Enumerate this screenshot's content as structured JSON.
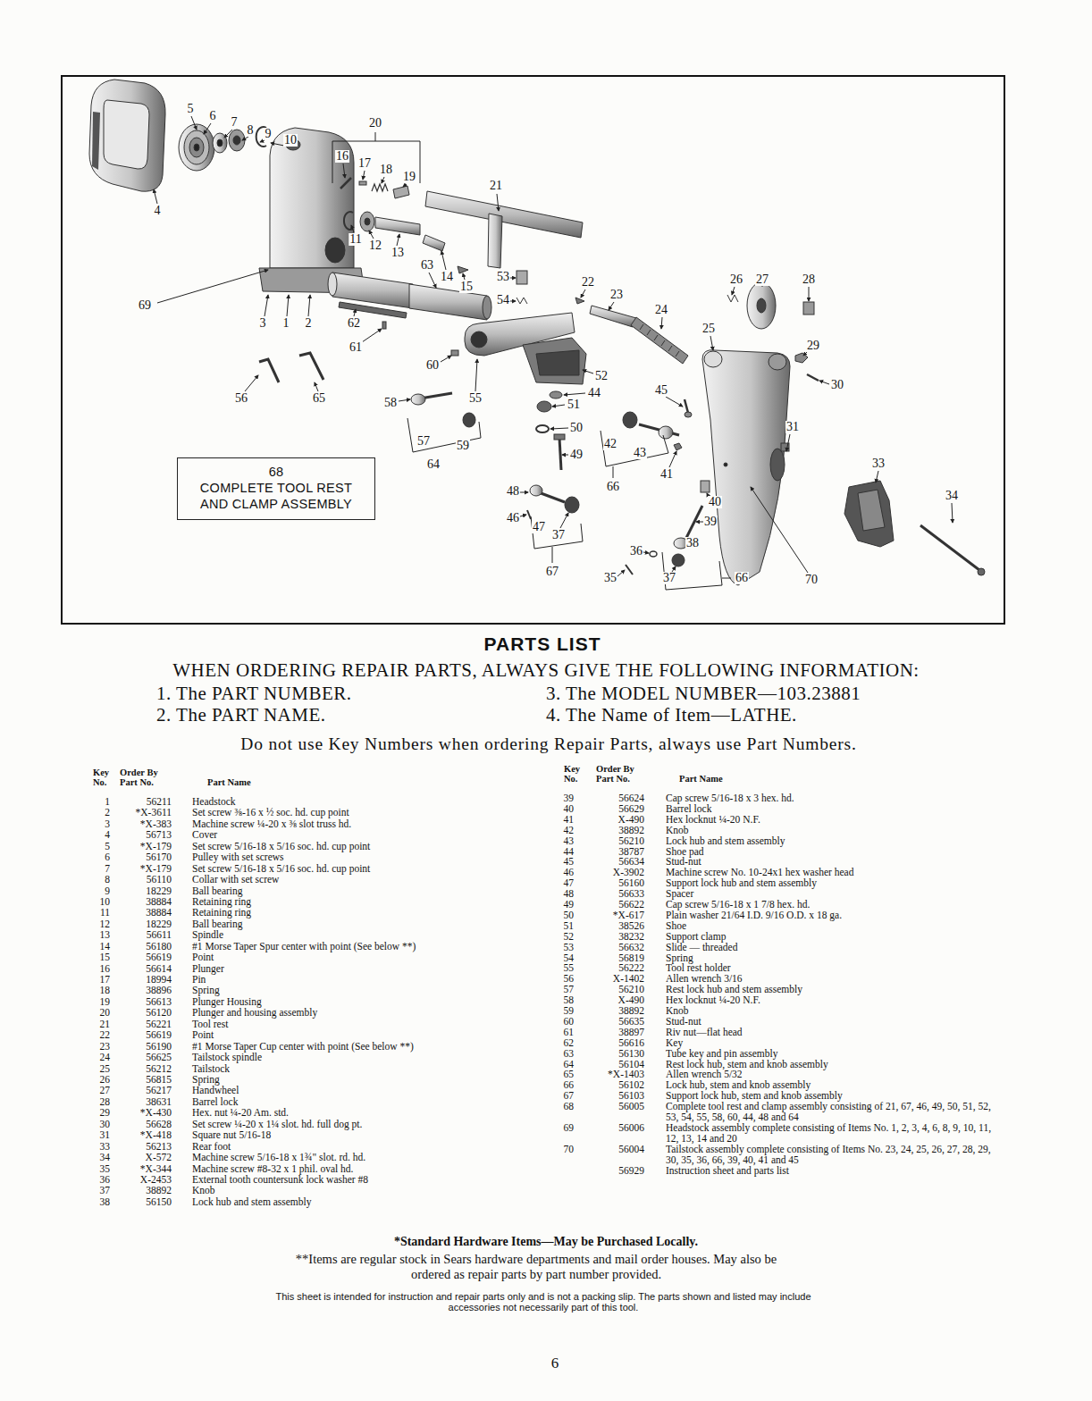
{
  "diagram": {
    "title": "PARTS LIST",
    "nodes": [
      {
        "text": [
          "68",
          "COMPLETE TOOL REST AND CLAMP ASSEMBLY"
        ]
      }
    ],
    "labels": [
      "5",
      "6",
      "7",
      "8",
      "9",
      "10",
      "20",
      "16",
      "17",
      "18",
      "19",
      "21",
      "4",
      "11",
      "12",
      "13",
      "63",
      "14",
      "15",
      "53",
      "54",
      "22",
      "23",
      "24",
      "26",
      "27",
      "28",
      "69",
      "3",
      "1",
      "2",
      "62",
      "25",
      "29",
      "61",
      "60",
      "30",
      "52",
      "44",
      "45",
      "56",
      "65",
      "58",
      "55",
      "51",
      "50",
      "31",
      "57",
      "59",
      "42",
      "43",
      "49",
      "33",
      "64",
      "41",
      "66",
      "48",
      "34",
      "40",
      "46",
      "39",
      "47",
      "37",
      "38",
      "36",
      "67",
      "35",
      "37",
      "66",
      "70",
      "WHEN ORDERING REPAIR PARTS, ALWAYS GIVE THE FOLLOWING INFORMATION:",
      "1. The PART NUMBER.",
      "3. The MODEL NUMBER—103.23881",
      "2. The PART NAME.",
      "4. The Name of Item—LATHE.",
      "Do not use Key Numbers when ordering Repair Parts, always use Part Numbers.",
      "Key No.",
      "Order By Part No.",
      "Part Name",
      "Key No.",
      "Order By Part No.",
      "Part Name",
      "1",
      "56211",
      "Headstock",
      "2",
      "*X-3611",
      "Set screw ⅜-16 x ½ soc. hd. cup point",
      "3",
      "*X-383",
      "Machine screw ¼-20 x ⅜ slot truss hd.",
      "4",
      "56713",
      "Cover",
      "5",
      "*X-179",
      "Set screw 5/16-18 x 5/16 soc. hd. cup point",
      "6",
      "56170",
      "Pulley with set screws",
      "7",
      "*X-179",
      "Set screw 5/16-18 x 5/16 soc. hd. cup point",
      "8",
      "56110",
      "Collar with set screw",
      "9",
      "18229",
      "Ball bearing",
      "10",
      "38884",
      "Retaining ring",
      "11",
      "38884",
      "Retaining ring",
      "12",
      "18229",
      "Ball bearing",
      "13",
      "56611",
      "Spindle",
      "14",
      "56180",
      "#1 Morse Taper Spur center with point (See below **)",
      "15",
      "56619",
      "Point",
      "16",
      "56614",
      "Plunger",
      "17",
      "18994",
      "Pin",
      "18",
      "38896",
      "Spring",
      "19",
      "56613",
      "Plunger Housing",
      "20",
      "56120",
      "Plunger and housing assembly",
      "21",
      "56221",
      "Tool rest",
      "22",
      "56619",
      "Point",
      "23",
      "56190",
      "#1 Morse Taper Cup center with point (See below **)",
      "24",
      "56625",
      "Tailstock spindle",
      "25",
      "56212",
      "Tailstock",
      "26",
      "56815",
      "Spring",
      "27",
      "56217",
      "Handwheel",
      "28",
      "38631",
      "Barrel lock",
      "29",
      "*X-430",
      "Hex. nut ¼-20 Am. std.",
      "30",
      "56628",
      "Set screw ¼-20 x 1¼ slot. hd. full dog pt.",
      "31",
      "*X-418",
      "Square nut 5/16-18",
      "33",
      "56213",
      "Rear foot",
      "34",
      "X-572",
      "Machine screw 5/16-18 x 1¾\" slot. rd. hd.",
      "35",
      "*X-344",
      "Machine screw #8-32 x 1 phil. oval hd.",
      "36",
      "X-2453",
      "External tooth countersunk lock washer #8",
      "37",
      "38892",
      "Knob",
      "38",
      "56150",
      "Lock hub and stem assembly",
      "39",
      "56624",
      "Cap screw 5/16-18 x 3 hex. hd.",
      "40",
      "56629",
      "Barrel lock",
      "41",
      "X-490",
      "Hex locknut ¼-20 N.F.",
      "42",
      "38892",
      "Knob",
      "43",
      "56210",
      "Lock hub and stem assembly",
      "44",
      "38787",
      "Shoe pad",
      "45",
      "56634",
      "Stud-nut",
      "46",
      "X-3902",
      "Machine screw No. 10-24x1 hex washer head",
      "47",
      "56160",
      "Support lock hub and stem assembly",
      "48",
      "56633",
      "Spacer",
      "49",
      "56622",
      "Cap screw 5/16-18 x 1 7/8 hex. hd.",
      "50",
      "*X-617",
      "Plain washer 21/64 I.D. 9/16 O.D. x 18 ga.",
      "51",
      "38526",
      "Shoe",
      "52",
      "38232",
      "Support clamp",
      "53",
      "56632",
      "Slide — threaded",
      "54",
      "56819",
      "Spring",
      "55",
      "56222",
      "Tool rest holder",
      "56",
      "X-1402",
      "Allen wrench 3/16",
      "57",
      "56210",
      "Rest lock hub and stem assembly",
      "58",
      "X-490",
      "Hex locknut ¼-20 N.F.",
      "59",
      "38892",
      "Knob",
      "60",
      "56635",
      "Stud-nut",
      "61",
      "38897",
      "Riv nut—flat head",
      "62",
      "56616",
      "Key",
      "63",
      "56130",
      "Tube key and pin assembly",
      "64",
      "56104",
      "Rest lock hub, stem and knob assembly",
      "65",
      "*X-1403",
      "Allen wrench 5/32",
      "66",
      "56102",
      "Lock hub, stem and knob assembly",
      "67",
      "56103",
      "Support lock hub, stem and knob assembly",
      "68",
      "56005",
      "Complete tool rest and clamp assembly consisting of 21, 67, 46, 49, 50, 51, 52, 53, 54, 55, 58, 60, 44, 48 and 64",
      "69",
      "56006",
      "Headstock assembly complete consisting of Items No. 1, 2, 3, 4, 6, 8, 9, 10, 11, 12, 13, 14 and 20",
      "70",
      "56004",
      "Tailstock assembly complete consisting of Items No. 23, 24, 25, 26, 27, 28, 29, 30, 35, 36, 66, 39, 40, 41 and 45",
      "56929",
      "Instruction sheet and parts list",
      "*Standard Hardware Items—May be Purchased Locally.",
      "**Items are regular stock in Sears hardware departments and mail order houses. May also be ordered as repair parts by part number provided.",
      "This sheet is intended for instruction and repair parts only and is not a packing slip. The parts shown and listed may include accessories not necessarily part of this tool.",
      "6"
    ]
  }
}
